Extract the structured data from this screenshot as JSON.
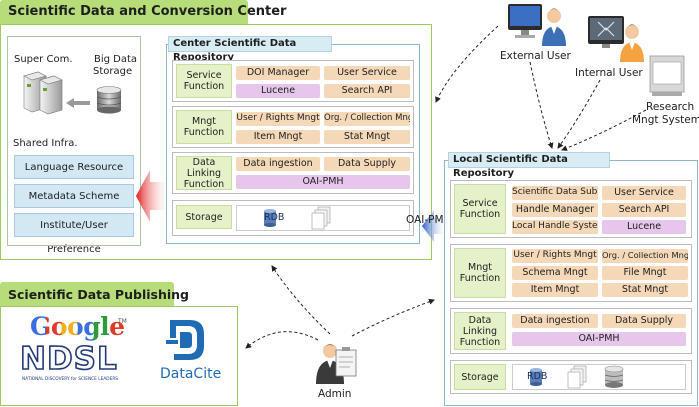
{
  "center": {
    "title": "Scientific Data and Conversion Center",
    "super_com": "Super Com.",
    "big_data_line1": "Big Data",
    "big_data_line2": "Storage",
    "shared_infra": "Shared Infra.",
    "infra_items": [
      "Language Resource",
      "Metadata Scheme",
      "Institute/User Preference"
    ],
    "repo": {
      "title": "Center Scientific Data Repository",
      "service": {
        "label_line1": "Service",
        "label_line2": "Function",
        "chips": [
          "DOI Manager",
          "User Service",
          "Lucene",
          "Search API"
        ]
      },
      "mngt": {
        "label_line1": "Mngt",
        "label_line2": "Function",
        "chips": [
          "User / Rights Mngt",
          "Org. / Collection Mngt",
          "Item Mngt",
          "Stat Mngt"
        ]
      },
      "linking": {
        "label_line1": "Data Linking",
        "label_line2": "Function",
        "chips": [
          "Data ingestion",
          "Data Supply",
          "OAI-PMH"
        ]
      },
      "storage": {
        "label": "Storage",
        "rdb": "RDB"
      }
    }
  },
  "users": {
    "external": "External User",
    "internal": "Internal User",
    "research_line1": "Research",
    "research_line2": "Mngt System"
  },
  "oai_label": "OAI-PMH",
  "local": {
    "title": "Local Scientific Data Repository",
    "service": {
      "label_line1": "Service",
      "label_line2": "Function",
      "chips": [
        "Scientific Data Submit",
        "User Service",
        "Handle Manager",
        "Search API",
        "Local Handle System",
        "Lucene"
      ]
    },
    "mngt": {
      "label_line1": "Mngt",
      "label_line2": "Function",
      "chips": [
        "User / Rights Mngt",
        "Org. / Collection Mngt",
        "Schema Mngt",
        "File Mngt",
        "Item Mngt",
        "Stat Mngt"
      ]
    },
    "linking": {
      "label_line1": "Data Linking",
      "label_line2": "Function",
      "chips": [
        "Data ingestion",
        "Data Supply",
        "OAI-PMH"
      ]
    },
    "storage": {
      "label": "Storage",
      "rdb": "RDB"
    }
  },
  "publishing": {
    "title": "Scientific Data Publishing",
    "google": "Google",
    "tm": "TM",
    "ndsl": "NDSL",
    "ndsl_sub": "NATIONAL DISCOVERY for SCIENCE LEADERS",
    "datacite": "DataCite"
  },
  "admin": "Admin",
  "colors": {
    "tab_green": "#b7dd7a",
    "border_green": "#9dcc5c",
    "chip_orange": "#f4d8b8",
    "chip_purple": "#e6c6ea",
    "label_green": "#e4f1c9",
    "infra_blue": "#d2e8f2",
    "repo_tab_blue": "#d8ecf3"
  }
}
